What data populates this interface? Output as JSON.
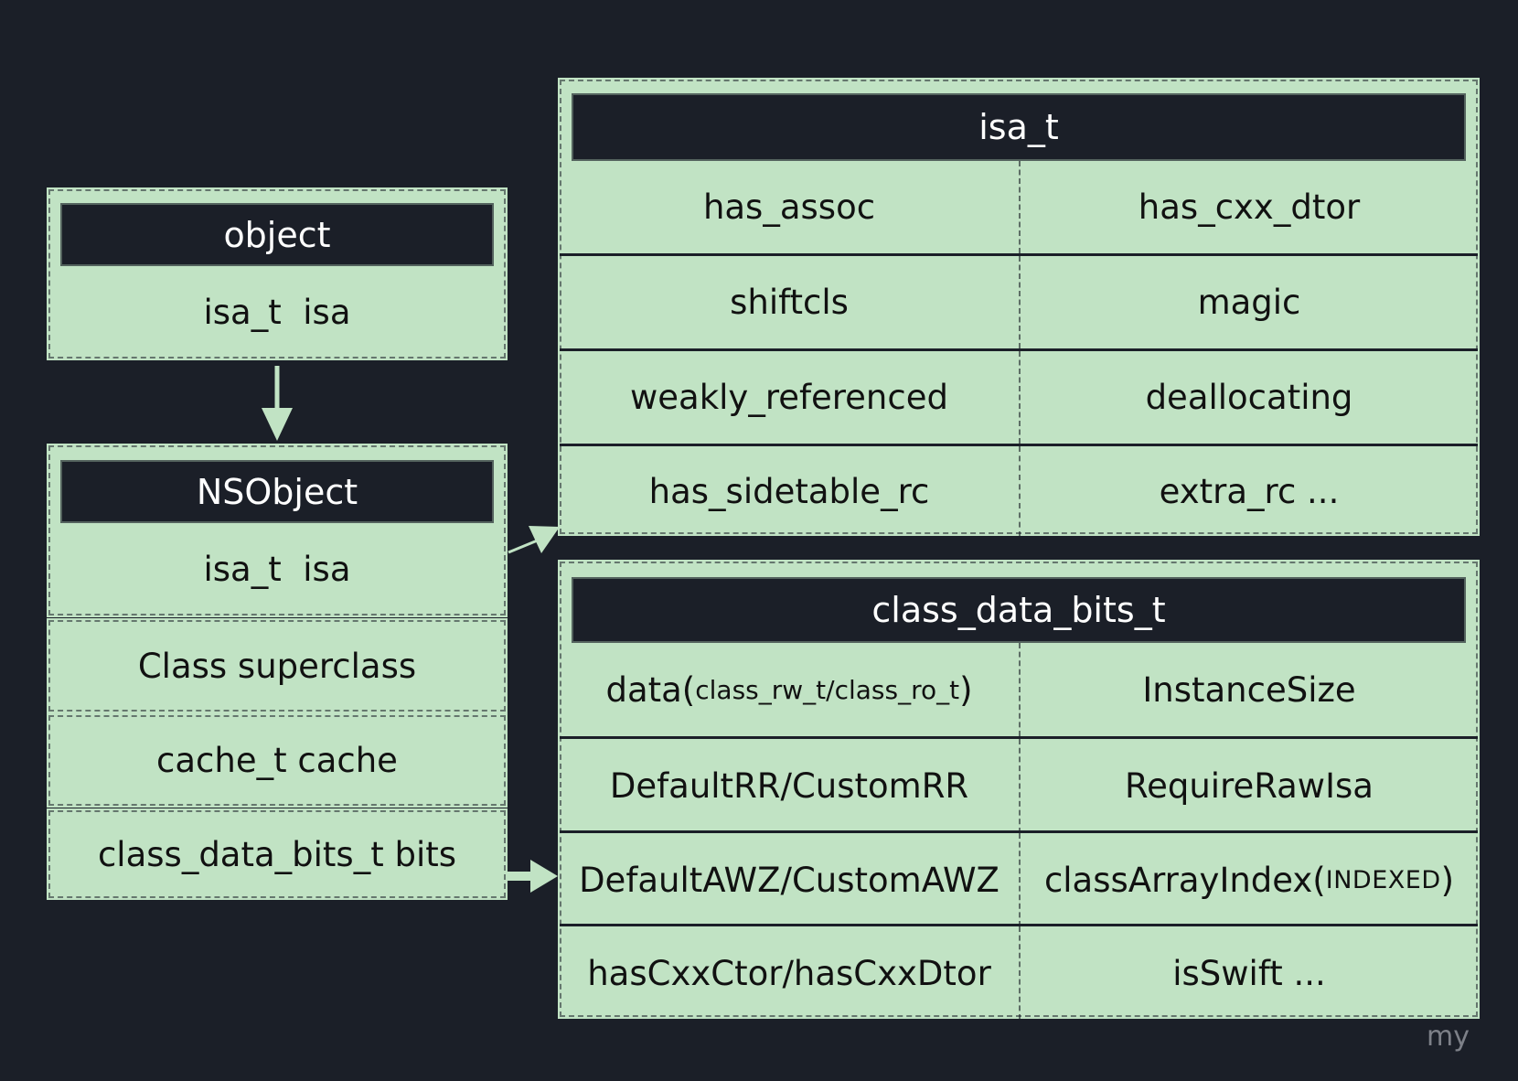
{
  "colors": {
    "background": "#1b1f28",
    "box_fill": "#c1e3c4",
    "header_text": "#ffffff",
    "cell_text": "#111111",
    "arrow": "#c1e3c4",
    "watermark": "#7d8088"
  },
  "object": {
    "title": "object",
    "fields": [
      "isa_t  isa"
    ]
  },
  "nsobject": {
    "title": "NSObject",
    "fields": [
      "isa_t  isa",
      "Class superclass",
      "cache_t cache",
      "class_data_bits_t bits"
    ]
  },
  "isa_t": {
    "title": "isa_t",
    "rows": [
      [
        "has_assoc",
        "has_cxx_dtor"
      ],
      [
        "shiftcls",
        "magic"
      ],
      [
        "weakly_referenced",
        "deallocating"
      ],
      [
        "has_sidetable_rc",
        "extra_rc ..."
      ]
    ]
  },
  "class_data_bits_t": {
    "title": "class_data_bits_t",
    "rows": [
      [
        {
          "main": "data(",
          "small": "class_rw_t/class_ro_t",
          "tail": ")"
        },
        {
          "main": "InstanceSize"
        }
      ],
      [
        {
          "main": "DefaultRR/CustomRR"
        },
        {
          "main": "RequireRawIsa"
        }
      ],
      [
        {
          "main": "DefaultAWZ/CustomAWZ"
        },
        {
          "main": "classArrayIndex(",
          "small": "INDEXED",
          "tail": ")"
        }
      ],
      [
        {
          "main": "hasCxxCtor/hasCxxDtor"
        },
        {
          "main": "isSwift ..."
        }
      ]
    ]
  },
  "arrows": [
    {
      "from": "object",
      "to": "NSObject"
    },
    {
      "from": "NSObject.isa",
      "to": "isa_t"
    },
    {
      "from": "NSObject.bits",
      "to": "class_data_bits_t"
    }
  ],
  "watermark": "my"
}
